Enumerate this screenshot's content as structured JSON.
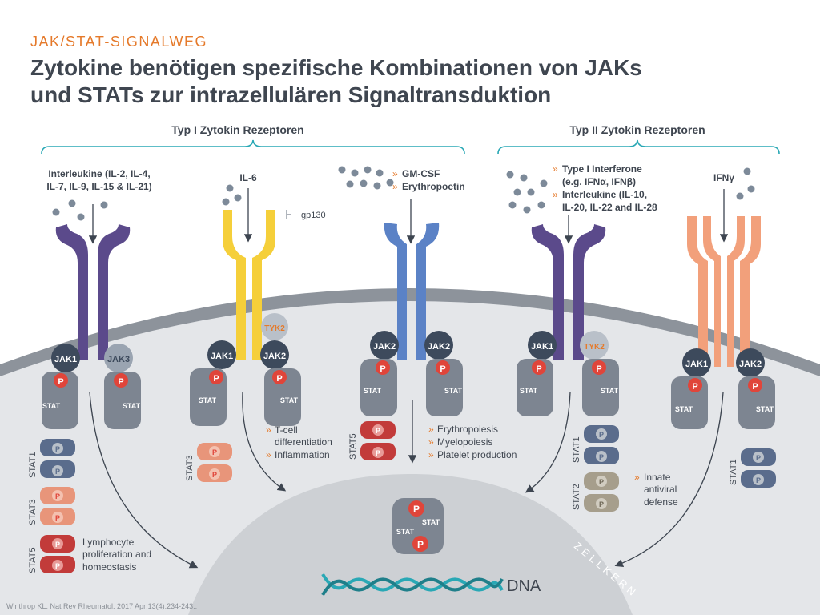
{
  "header": {
    "kicker": "JAK/STAT-SIGNALWEG",
    "title_line1": "Zytokine benötigen spezifische Kombinationen von JAKs",
    "title_line2": "und STATs zur intrazellulären Signaltransduktion"
  },
  "groups": {
    "type1": "Typ I Zytokin Rezeptoren",
    "type2": "Typ II Zytokin Rezeptoren"
  },
  "receptors": {
    "il2": {
      "ligand_line1": "Interleukine (IL-2, IL-4,",
      "ligand_line2": "IL-7, IL-9, IL-15 & IL-21)",
      "jak_left": "JAK1",
      "jak_right": "JAK3"
    },
    "il6": {
      "ligand": "IL-6",
      "coreceptor": "gp130",
      "tyk": "TYK2",
      "jak_left": "JAK1",
      "jak_right": "JAK2"
    },
    "gmcsf": {
      "ligand_line1": "GM-CSF",
      "ligand_line2": "Erythropoetin",
      "jak_left": "JAK2",
      "jak_right": "JAK2"
    },
    "ifn1": {
      "ligand_line1": "Type I Interferone",
      "ligand_line2": "(e.g. IFNα, IFNβ)",
      "ligand_line3": "Interleukine (IL-10,",
      "ligand_line4": "IL-20, IL-22 and IL-28",
      "jak_left": "JAK1",
      "jak_right": "TYK2"
    },
    "ifng": {
      "ligand": "IFNγ",
      "jak_left": "JAK1",
      "jak_right": "JAK2"
    }
  },
  "labels": {
    "stat": "STAT",
    "p": "P",
    "stat1": "STAT1",
    "stat2": "STAT2",
    "stat3": "STAT3",
    "stat5": "STAT5",
    "dna": "DNA",
    "nucleus": "ZELLKERN",
    "chevron": "»"
  },
  "outcomes": {
    "lymph_line1": "Lymphocyte",
    "lymph_line2": "proliferation and",
    "lymph_line3": "homeostasis",
    "tcell_line1": "T-cell",
    "tcell_line2": "differentiation",
    "inflammation": "Inflammation",
    "erythro": "Erythropoiesis",
    "myelo": "Myelopoiesis",
    "platelet": "Platelet production",
    "innate_line1": "Innate",
    "innate_line2": "antiviral",
    "innate_line3": "defense"
  },
  "citation": "Winthrop KL. Nat Rev Rheumatol. 2017 Apr;13(4):234-243..",
  "colors": {
    "purple": "#5b4a8b",
    "yellow": "#f5cf3a",
    "blue": "#5b82c6",
    "salmon": "#f2a07b",
    "jak_dark": "#3d4a5c",
    "jak_light": "#9aa4b1",
    "stat_gray": "#7d8591",
    "p_red": "#e0453a",
    "orange": "#e57a2b",
    "teal": "#29a8b5",
    "stat1": "#5a6c8c",
    "stat3": "#e8957a",
    "stat5": "#c23b3a",
    "stat2": "#a69e8c"
  }
}
